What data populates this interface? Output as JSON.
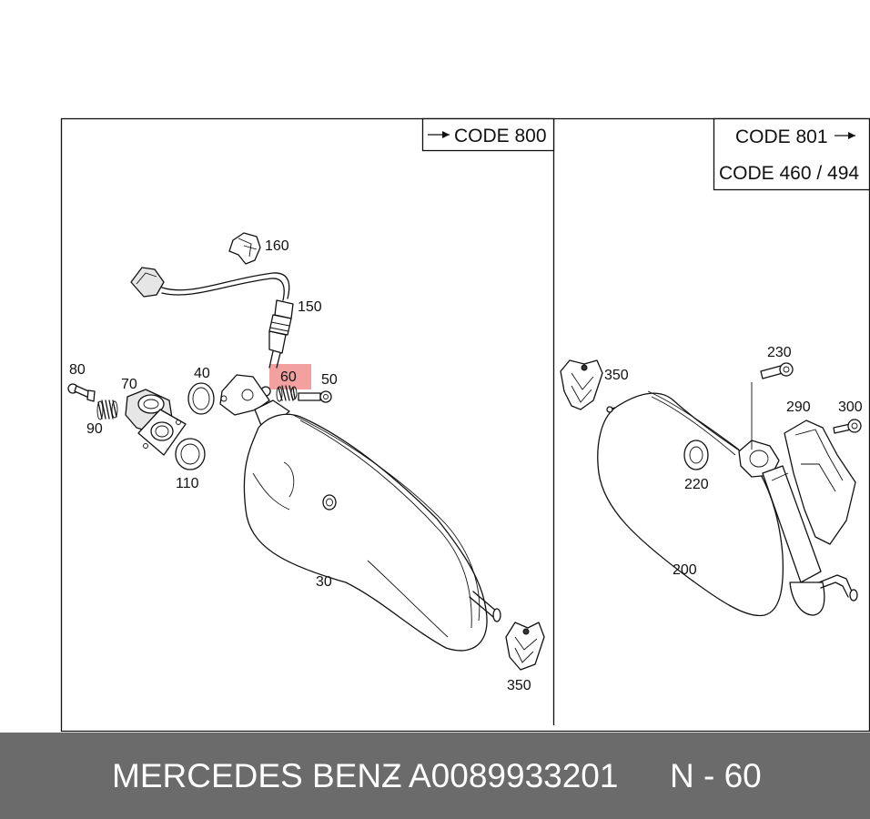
{
  "diagram": {
    "code_left": "CODE 800",
    "code_right_1": "CODE 801",
    "code_right_2": "CODE 460 / 494",
    "labels": {
      "p160": "160",
      "p150": "150",
      "p80": "80",
      "p70": "70",
      "p40": "40",
      "p60": "60",
      "p50": "50",
      "p90": "90",
      "p110": "110",
      "p30": "30",
      "p350_left": "350",
      "p350_right": "350",
      "p230": "230",
      "p290": "290",
      "p300": "300",
      "p220": "220",
      "p200": "200"
    },
    "highlight_color": "#f2a0a0",
    "frame_color": "#111111"
  },
  "footer": {
    "brand": "MERCEDES BENZ",
    "separator": "-",
    "part_number": "A0089933201",
    "position": "N - 60",
    "background": "#6b6b6b",
    "text_color": "#ffffff"
  }
}
